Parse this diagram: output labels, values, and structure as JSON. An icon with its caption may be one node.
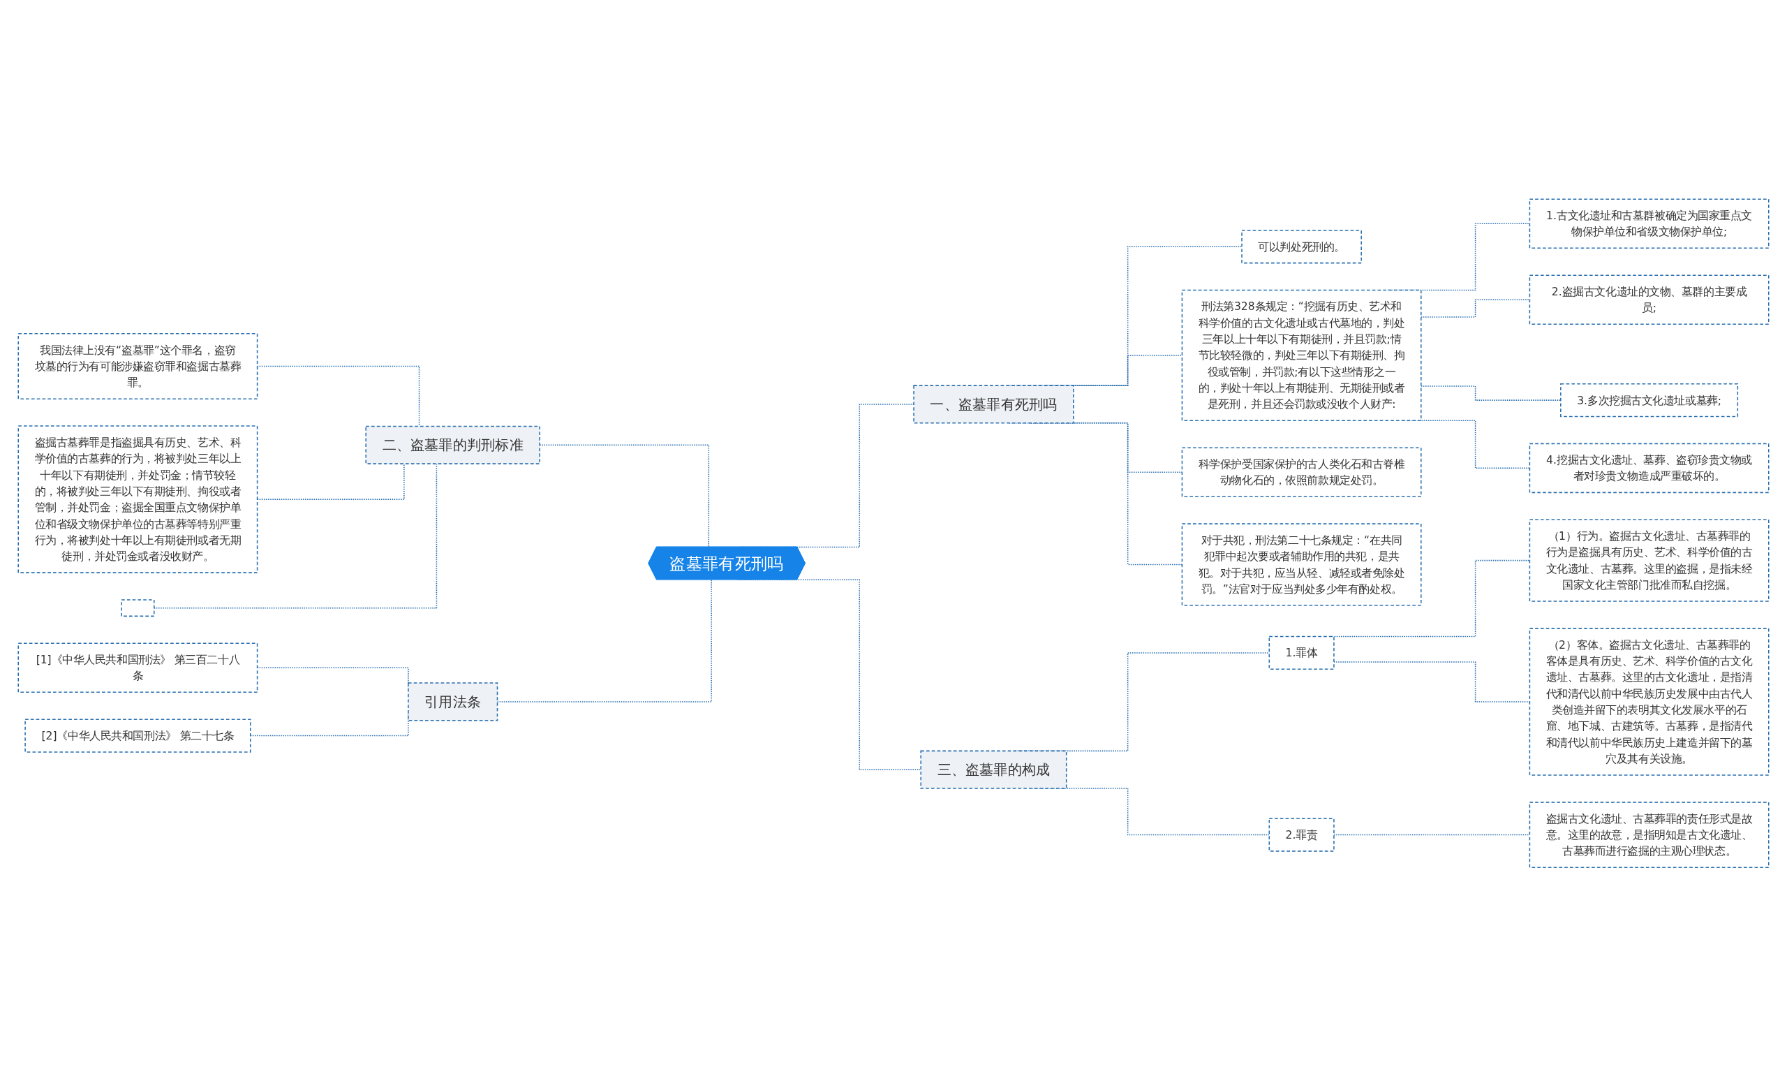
{
  "diagram": {
    "nodes": [
      {
        "text": [
          "盗墓罪有死刑吗"
        ]
      },
      {
        "text": [
          "一、盗墓罪有死刑吗"
        ]
      },
      {
        "text": [
          "可以判处死刑的。"
        ]
      },
      {
        "text": [
          "刑法第328条规定：“挖掘有历史、艺术和科学价值的古文化遗址或古代墓地的，判处三年以上十年以下有期徒刑，并且罚款;情节比较轻微的，判处三年以下有期徒刑、拘役或管制，并罚款;有以下这些情形之一的，判处十年以上有期徒刑、无期徒刑或者是死刑，并且还会罚款或没收个人财产:"
        ]
      },
      {
        "text": [
          "1.古文化遗址和古墓群被确定为国家重点文物保护单位和省级文物保护单位;"
        ]
      },
      {
        "text": [
          "2.盗掘古文化遗址的文物、墓群的主要成员;"
        ]
      },
      {
        "text": [
          "3.多次挖掘古文化遗址或墓葬;"
        ]
      },
      {
        "text": [
          "4.挖掘古文化遗址、墓葬、盗窃珍贵文物或者对珍贵文物造成严重破坏的。"
        ]
      },
      {
        "text": [
          "科学保护受国家保护的古人类化石和古脊椎动物化石的，依照前款规定处罚。"
        ]
      },
      {
        "text": [
          "对于共犯，刑法第二十七条规定：“在共同犯罪中起次要或者辅助作用的共犯，是共犯。对于共犯，应当从轻、减轻或者免除处罚。”法官对于应当判处多少年有酌处权。"
        ]
      },
      {
        "text": [
          "三、盗墓罪的构成"
        ]
      },
      {
        "text": [
          "1.罪体"
        ]
      },
      {
        "text": [
          "（1）行为。盗掘古文化遗址、古墓葬罪的行为是盗掘具有历史、艺术、科学价值的古文化遗址、古墓葬。这里的盗掘，是指未经国家文化主管部门批准而私自挖掘。"
        ]
      },
      {
        "text": [
          "（2）客体。盗掘古文化遗址、古墓葬罪的客体是具有历史、艺术、科学价值的古文化遗址、古墓葬。这里的古文化遗址，是指清代和清代以前中华民族历史发展中由古代人类创造并留下的表明其文化发展水平的石窟、地下城、古建筑等。古墓葬，是指清代和清代以前中华民族历史上建造并留下的墓穴及其有关设施。"
        ]
      },
      {
        "text": [
          "2.罪责"
        ]
      },
      {
        "text": [
          "盗掘古文化遗址、古墓葬罪的责任形式是故意。这里的故意，是指明知是古文化遗址、古墓葬而进行盗掘的主观心理状态。"
        ]
      },
      {
        "text": [
          "二、盗墓罪的判刑标准"
        ]
      },
      {
        "text": [
          "我国法律上没有“盗墓罪”这个罪名，盗窃坟墓的行为有可能涉嫌盗窃罪和盗掘古墓葬罪。"
        ]
      },
      {
        "text": [
          "盗掘古墓葬罪是指盗掘具有历史、艺术、科学价值的古墓葬的行为，将被判处三年以上十年以下有期徒刑，并处罚金；情节较轻的，将被判处三年以下有期徒刑、拘役或者管制，并处罚金；盗掘全国重点文物保护单位和省级文物保护单位的古墓葬等特别严重行为，将被判处十年以上有期徒刑或者无期徒刑，并处罚金或者没收财产。"
        ]
      },
      {
        "text": [],
        "shape": "box"
      },
      {
        "text": [
          "引用法条"
        ]
      },
      {
        "text": [
          "[1]《中华人民共和国刑法》 第三百二十八条"
        ]
      },
      {
        "text": [
          "[2]《中华人民共和国刑法》 第二十七条"
        ]
      }
    ],
    "edges": [
      {
        "from": 0,
        "to": 1,
        "arrow": "none",
        "style": "dashed"
      },
      {
        "from": 1,
        "to": 2,
        "arrow": "none",
        "style": "dashed"
      },
      {
        "from": 1,
        "to": 3,
        "arrow": "none",
        "style": "dashed"
      },
      {
        "from": 3,
        "to": 4,
        "arrow": "none",
        "style": "dashed"
      },
      {
        "from": 3,
        "to": 5,
        "arrow": "none",
        "style": "dashed"
      },
      {
        "from": 3,
        "to": 6,
        "arrow": "none",
        "style": "dashed"
      },
      {
        "from": 3,
        "to": 7,
        "arrow": "none",
        "style": "dashed"
      },
      {
        "from": 1,
        "to": 8,
        "arrow": "none",
        "style": "dashed"
      },
      {
        "from": 1,
        "to": 9,
        "arrow": "none",
        "style": "dashed"
      },
      {
        "from": 0,
        "to": 10,
        "arrow": "none",
        "style": "dashed"
      },
      {
        "from": 10,
        "to": 11,
        "arrow": "none",
        "style": "dashed"
      },
      {
        "from": 11,
        "to": 12,
        "arrow": "none",
        "style": "dashed"
      },
      {
        "from": 11,
        "to": 13,
        "arrow": "none",
        "style": "dashed"
      },
      {
        "from": 10,
        "to": 14,
        "arrow": "none",
        "style": "dashed"
      },
      {
        "from": 14,
        "to": 15,
        "arrow": "none",
        "style": "dashed"
      },
      {
        "from": 16,
        "to": 0,
        "arrow": "none",
        "style": "dashed"
      },
      {
        "from": 17,
        "to": 16,
        "arrow": "none",
        "style": "dashed"
      },
      {
        "from": 18,
        "to": 16,
        "arrow": "none",
        "style": "dashed"
      },
      {
        "from": 19,
        "to": 16,
        "arrow": "none",
        "style": "dashed"
      },
      {
        "from": 20,
        "to": 0,
        "arrow": "none",
        "style": "dashed"
      },
      {
        "from": 21,
        "to": 20,
        "arrow": "none",
        "style": "dashed"
      },
      {
        "from": 22,
        "to": 20,
        "arrow": "none",
        "style": "dashed"
      }
    ]
  }
}
